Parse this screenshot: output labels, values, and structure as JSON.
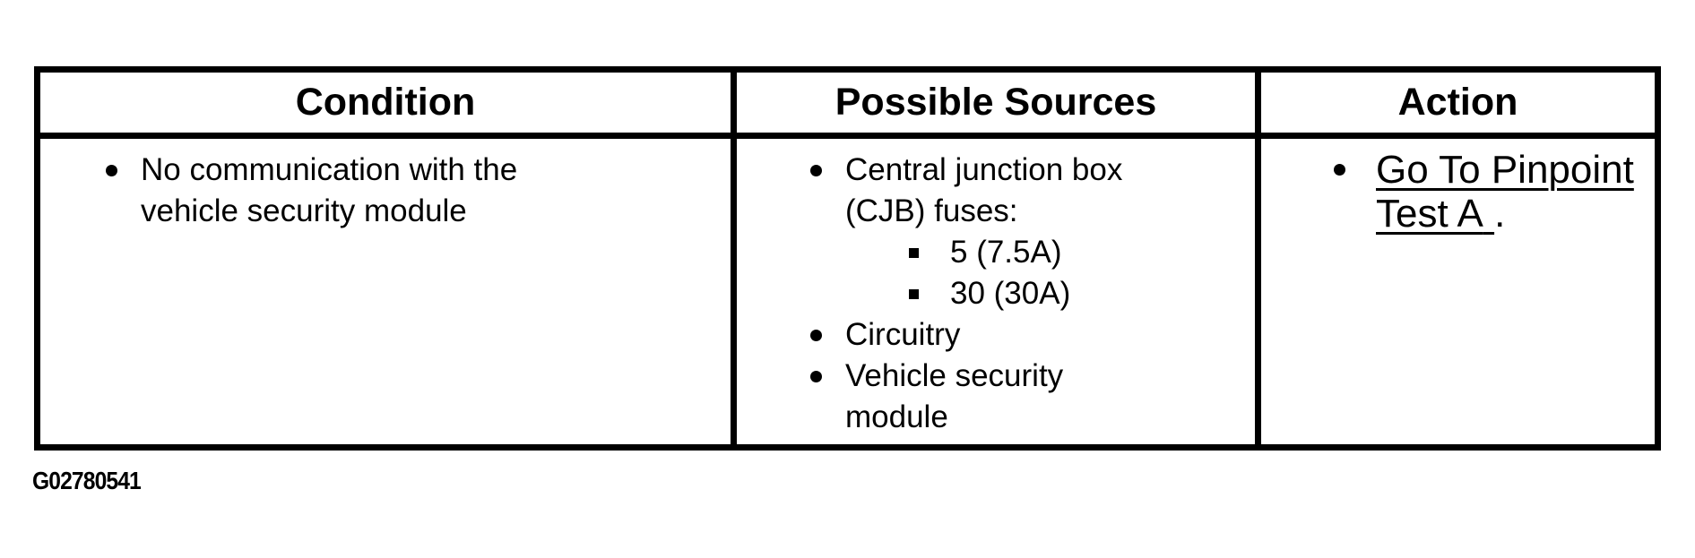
{
  "colors": {
    "text": "#000000",
    "border": "#000000",
    "background": "#ffffff"
  },
  "figure_label": "G02780541",
  "table": {
    "headers": [
      {
        "label": "Condition"
      },
      {
        "label": "Possible Sources"
      },
      {
        "label": "Action"
      }
    ],
    "row": {
      "condition": {
        "items": [
          {
            "lines": [
              "No communication with the",
              "vehicle security module"
            ]
          }
        ]
      },
      "possible_sources": {
        "items": [
          {
            "lines": [
              "Central junction box",
              "(CJB) fuses:"
            ],
            "sub_items": [
              "5 (7.5A)",
              "30 (30A)"
            ]
          },
          {
            "lines": [
              "Circuitry"
            ]
          },
          {
            "lines": [
              "Vehicle security",
              "module"
            ]
          }
        ]
      },
      "action": {
        "items": [
          {
            "link_lines": [
              "Go To Pinpoint",
              "Test A"
            ],
            "suffix": "."
          }
        ]
      }
    }
  }
}
